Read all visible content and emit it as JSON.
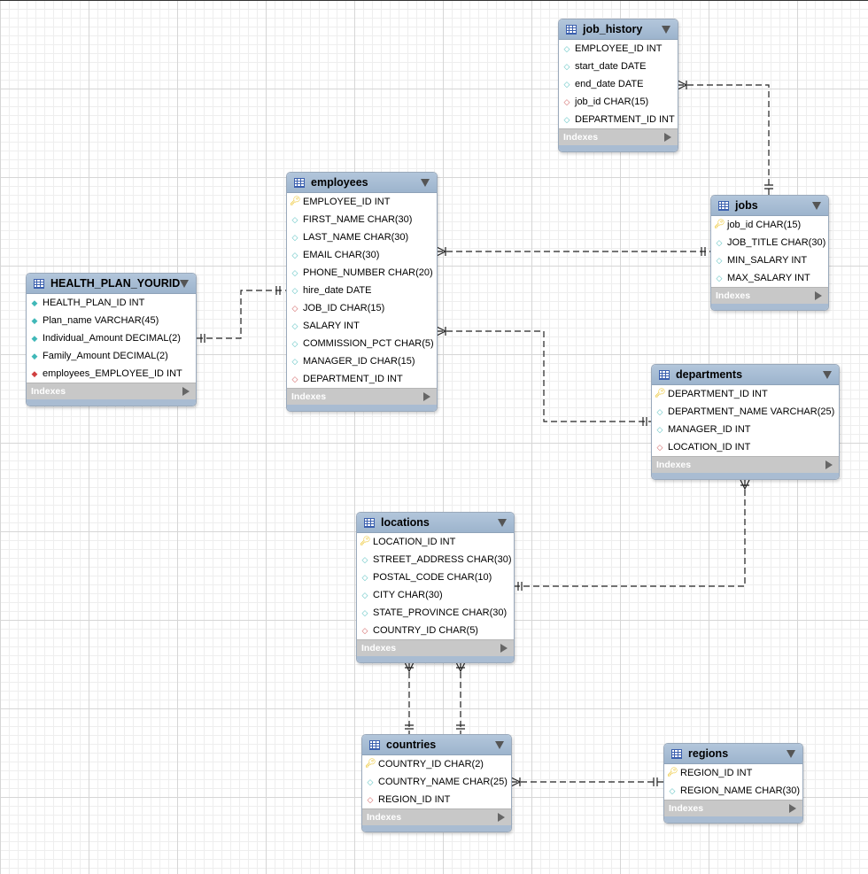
{
  "tables": [
    {
      "id": "job_history",
      "name": "job_history",
      "indexes_label": "Indexes",
      "columns": [
        {
          "name": "EMPLOYEE_ID INT",
          "icon": "diamond-icon"
        },
        {
          "name": "start_date DATE",
          "icon": "diamond-icon"
        },
        {
          "name": "end_date DATE",
          "icon": "diamond-icon"
        },
        {
          "name": "job_id CHAR(15)",
          "icon": "fk-diamond-icon"
        },
        {
          "name": "DEPARTMENT_ID INT",
          "icon": "diamond-icon"
        }
      ]
    },
    {
      "id": "employees",
      "name": "employees",
      "indexes_label": "Indexes",
      "columns": [
        {
          "name": "EMPLOYEE_ID INT",
          "icon": "key-icon"
        },
        {
          "name": "FIRST_NAME CHAR(30)",
          "icon": "diamond-icon"
        },
        {
          "name": "LAST_NAME CHAR(30)",
          "icon": "diamond-icon"
        },
        {
          "name": "EMAIL CHAR(30)",
          "icon": "diamond-icon"
        },
        {
          "name": "PHONE_NUMBER CHAR(20)",
          "icon": "diamond-icon"
        },
        {
          "name": "hire_date DATE",
          "icon": "diamond-icon"
        },
        {
          "name": "JOB_ID CHAR(15)",
          "icon": "fk-diamond-icon"
        },
        {
          "name": "SALARY INT",
          "icon": "diamond-icon"
        },
        {
          "name": "COMMISSION_PCT CHAR(5)",
          "icon": "diamond-icon"
        },
        {
          "name": "MANAGER_ID CHAR(15)",
          "icon": "diamond-icon"
        },
        {
          "name": "DEPARTMENT_ID INT",
          "icon": "fk-diamond-icon"
        }
      ]
    },
    {
      "id": "jobs",
      "name": "jobs",
      "indexes_label": "Indexes",
      "columns": [
        {
          "name": "job_id CHAR(15)",
          "icon": "key-icon"
        },
        {
          "name": "JOB_TITLE CHAR(30)",
          "icon": "diamond-icon"
        },
        {
          "name": "MIN_SALARY INT",
          "icon": "diamond-icon"
        },
        {
          "name": "MAX_SALARY INT",
          "icon": "diamond-icon"
        }
      ]
    },
    {
      "id": "health",
      "name": "HEALTH_PLAN_YOURID",
      "indexes_label": "Indexes",
      "columns": [
        {
          "name": "HEALTH_PLAN_ID INT",
          "icon": "filled-diamond-icon"
        },
        {
          "name": "Plan_name VARCHAR(45)",
          "icon": "filled-diamond-icon"
        },
        {
          "name": "Individual_Amount DECIMAL(2)",
          "icon": "filled-diamond-icon"
        },
        {
          "name": "Family_Amount DECIMAL(2)",
          "icon": "filled-diamond-icon"
        },
        {
          "name": "employees_EMPLOYEE_ID INT",
          "icon": "filled-fk-diamond-icon"
        }
      ]
    },
    {
      "id": "departments",
      "name": "departments",
      "indexes_label": "Indexes",
      "columns": [
        {
          "name": "DEPARTMENT_ID INT",
          "icon": "key-icon"
        },
        {
          "name": "DEPARTMENT_NAME VARCHAR(25)",
          "icon": "diamond-icon"
        },
        {
          "name": "MANAGER_ID INT",
          "icon": "diamond-icon"
        },
        {
          "name": "LOCATION_ID INT",
          "icon": "fk-diamond-icon"
        }
      ]
    },
    {
      "id": "locations",
      "name": "locations",
      "indexes_label": "Indexes",
      "columns": [
        {
          "name": "LOCATION_ID INT",
          "icon": "key-icon"
        },
        {
          "name": "STREET_ADDRESS CHAR(30)",
          "icon": "diamond-icon"
        },
        {
          "name": "POSTAL_CODE CHAR(10)",
          "icon": "diamond-icon"
        },
        {
          "name": "CITY CHAR(30)",
          "icon": "diamond-icon"
        },
        {
          "name": "STATE_PROVINCE CHAR(30)",
          "icon": "diamond-icon"
        },
        {
          "name": "COUNTRY_ID CHAR(5)",
          "icon": "fk-diamond-icon"
        }
      ]
    },
    {
      "id": "countries",
      "name": "countries",
      "indexes_label": "Indexes",
      "columns": [
        {
          "name": "COUNTRY_ID CHAR(2)",
          "icon": "key-icon"
        },
        {
          "name": "COUNTRY_NAME CHAR(25)",
          "icon": "diamond-icon"
        },
        {
          "name": "REGION_ID INT",
          "icon": "fk-diamond-icon"
        }
      ]
    },
    {
      "id": "regions",
      "name": "regions",
      "indexes_label": "Indexes",
      "columns": [
        {
          "name": "REGION_ID INT",
          "icon": "key-icon"
        },
        {
          "name": "REGION_NAME CHAR(30)",
          "icon": "diamond-icon"
        }
      ]
    }
  ]
}
